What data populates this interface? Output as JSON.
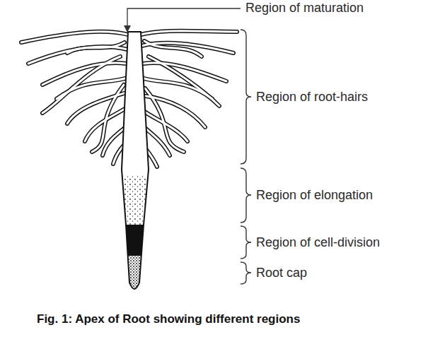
{
  "diagram": {
    "caption": "Fig. 1: Apex of Root showing different regions",
    "labels": [
      "Region of maturation",
      "Region of root-hairs",
      "Region of elongation",
      "Region of cell-division",
      "Root cap"
    ]
  }
}
